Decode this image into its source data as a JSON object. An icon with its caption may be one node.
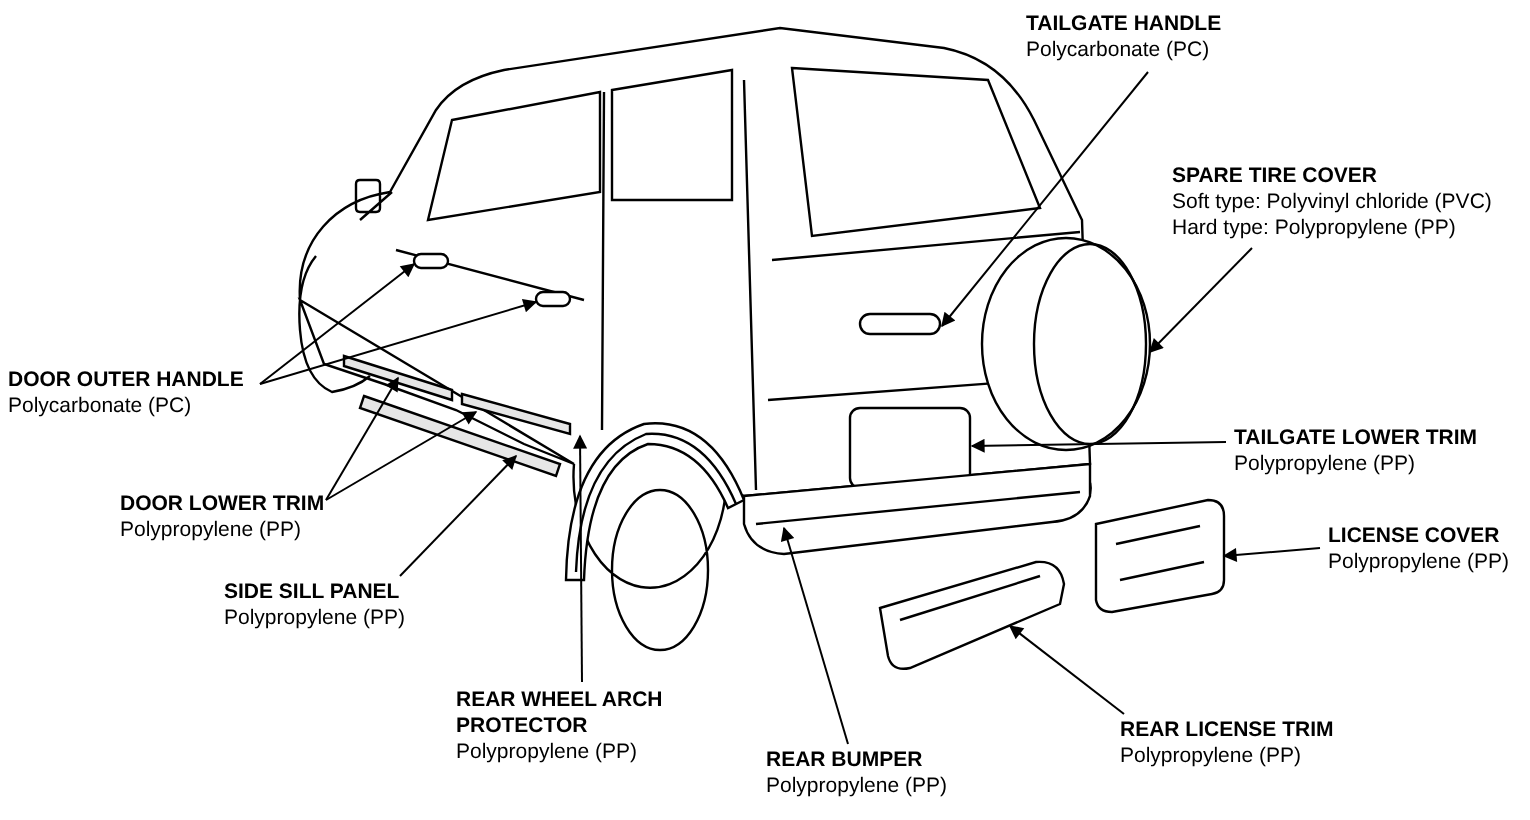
{
  "diagram": {
    "nodes": [
      {
        "text": [
          "TAILGATE HANDLE",
          "Polycarbonate (PC)"
        ]
      },
      {
        "text": [
          "SPARE TIRE COVER",
          "Soft type: Polyvinyl chloride (PVC)",
          "Hard type: Polypropylene (PP)"
        ]
      },
      {
        "text": [
          "DOOR OUTER HANDLE",
          "Polycarbonate (PC)"
        ]
      },
      {
        "text": [
          "TAILGATE LOWER TRIM",
          "Polypropylene (PP)"
        ]
      },
      {
        "text": [
          "DOOR LOWER TRIM",
          "Polypropylene (PP)"
        ]
      },
      {
        "text": [
          "LICENSE COVER",
          "Polypropylene (PP)"
        ]
      },
      {
        "text": [
          "SIDE SILL PANEL",
          "Polypropylene (PP)"
        ]
      },
      {
        "text": [
          "REAR WHEEL ARCH PROTECTOR",
          "Polypropylene (PP)"
        ]
      },
      {
        "text": [
          "REAR BUMPER",
          "Polypropylene (PP)"
        ]
      },
      {
        "text": [
          "REAR LICENSE TRIM",
          "Polypropylene (PP)"
        ]
      },
      {
        "text": [],
        "shape": "box"
      },
      {
        "text": [],
        "shape": "picture"
      },
      {
        "text": [],
        "shape": "box"
      },
      {
        "text": [],
        "shape": "box"
      },
      {
        "text": [],
        "shape": "box"
      },
      {
        "text": [],
        "shape": "bar"
      },
      {
        "text": [],
        "shape": "bar"
      },
      {
        "text": [],
        "shape": "picture"
      },
      {
        "text": [],
        "shape": "bar"
      },
      {
        "text": [],
        "shape": "picture"
      },
      {
        "text": [],
        "shape": "picture"
      },
      {
        "text": [],
        "shape": "picture"
      }
    ],
    "edges": [
      {
        "from": 0,
        "to": 10,
        "arrow": "to"
      },
      {
        "from": 1,
        "to": 11,
        "arrow": "to"
      },
      {
        "from": 2,
        "to": 12,
        "arrow": "to"
      },
      {
        "from": 2,
        "to": 13,
        "arrow": "to"
      },
      {
        "from": 3,
        "to": 14,
        "arrow": "to"
      },
      {
        "from": 4,
        "to": 15,
        "arrow": "to"
      },
      {
        "from": 4,
        "to": 16,
        "arrow": "to"
      },
      {
        "from": 5,
        "to": 17,
        "arrow": "to"
      },
      {
        "from": 6,
        "to": 18,
        "arrow": "to"
      },
      {
        "from": 7,
        "to": 19,
        "arrow": "to"
      },
      {
        "from": 8,
        "to": 20,
        "arrow": "to"
      },
      {
        "from": 9,
        "to": 21,
        "arrow": "to"
      }
    ]
  }
}
